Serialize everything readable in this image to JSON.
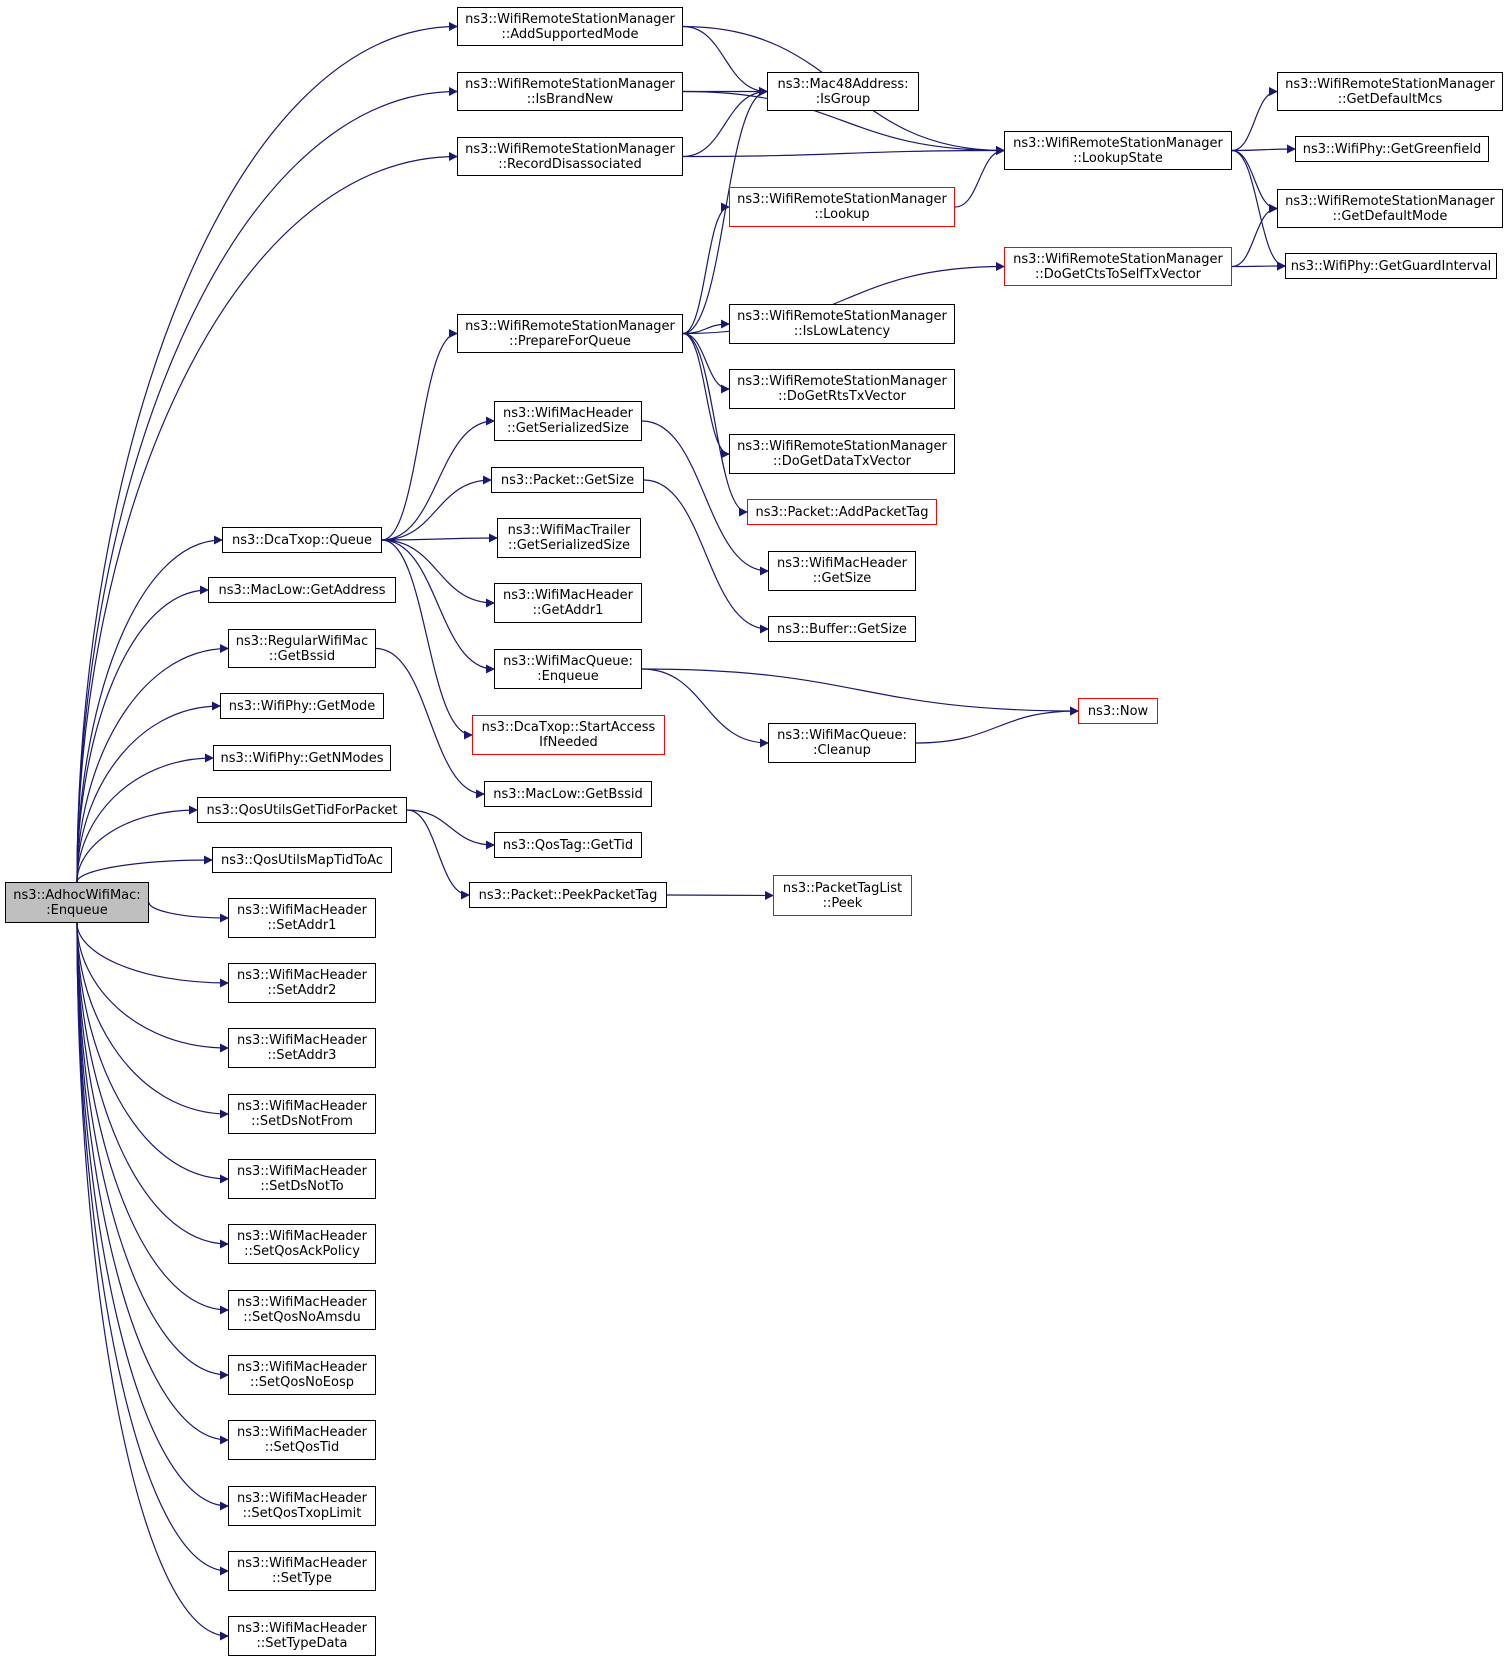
{
  "colors": {
    "edge": "#191970",
    "border": "#000000",
    "undocumented_border": "#ff0000",
    "root_fill": "#bfbfbf"
  },
  "nodes": [
    {
      "id": "root",
      "lines": [
        "ns3::AdhocWifiMac:",
        ":Enqueue"
      ],
      "style": "root"
    },
    {
      "id": "addSupportedMode",
      "lines": [
        "ns3::WifiRemoteStationManager",
        "::AddSupportedMode"
      ]
    },
    {
      "id": "isBrandNew",
      "lines": [
        "ns3::WifiRemoteStationManager",
        "::IsBrandNew"
      ]
    },
    {
      "id": "recordDisassociated",
      "lines": [
        "ns3::WifiRemoteStationManager",
        "::RecordDisassociated"
      ]
    },
    {
      "id": "isGroup",
      "lines": [
        "ns3::Mac48Address:",
        ":IsGroup"
      ]
    },
    {
      "id": "lookupState",
      "lines": [
        "ns3::WifiRemoteStationManager",
        "::LookupState"
      ]
    },
    {
      "id": "getDefaultMcs",
      "lines": [
        "ns3::WifiRemoteStationManager",
        "::GetDefaultMcs"
      ]
    },
    {
      "id": "getGreenfield",
      "lines": [
        "ns3::WifiPhy::GetGreenfield"
      ]
    },
    {
      "id": "getDefaultMode",
      "lines": [
        "ns3::WifiRemoteStationManager",
        "::GetDefaultMode"
      ]
    },
    {
      "id": "getGuardInterval",
      "lines": [
        "ns3::WifiPhy::GetGuardInterval"
      ]
    },
    {
      "id": "lookup",
      "lines": [
        "ns3::WifiRemoteStationManager",
        "::Lookup"
      ],
      "style": "red"
    },
    {
      "id": "doGetCtsToSelf",
      "lines": [
        "ns3::WifiRemoteStationManager",
        "::DoGetCtsToSelfTxVector"
      ],
      "style": "red"
    },
    {
      "id": "prepareForQueue",
      "lines": [
        "ns3::WifiRemoteStationManager",
        "::PrepareForQueue"
      ]
    },
    {
      "id": "isLowLatency",
      "lines": [
        "ns3::WifiRemoteStationManager",
        "::IsLowLatency"
      ]
    },
    {
      "id": "doGetRts",
      "lines": [
        "ns3::WifiRemoteStationManager",
        "::DoGetRtsTxVector"
      ]
    },
    {
      "id": "doGetData",
      "lines": [
        "ns3::WifiRemoteStationManager",
        "::DoGetDataTxVector"
      ]
    },
    {
      "id": "addPacketTag",
      "lines": [
        "ns3::Packet::AddPacketTag"
      ],
      "style": "red"
    },
    {
      "id": "hdrGetSerializedSize",
      "lines": [
        "ns3::WifiMacHeader",
        "::GetSerializedSize"
      ]
    },
    {
      "id": "packetGetSize",
      "lines": [
        "ns3::Packet::GetSize"
      ]
    },
    {
      "id": "dcaQueue",
      "lines": [
        "ns3::DcaTxop::Queue"
      ]
    },
    {
      "id": "trailerGetSerializedSize",
      "lines": [
        "ns3::WifiMacTrailer",
        "::GetSerializedSize"
      ]
    },
    {
      "id": "hdrGetSize",
      "lines": [
        "ns3::WifiMacHeader",
        "::GetSize"
      ]
    },
    {
      "id": "macLowGetAddress",
      "lines": [
        "ns3::MacLow::GetAddress"
      ]
    },
    {
      "id": "getAddr1",
      "lines": [
        "ns3::WifiMacHeader",
        "::GetAddr1"
      ]
    },
    {
      "id": "bufferGetSize",
      "lines": [
        "ns3::Buffer::GetSize"
      ]
    },
    {
      "id": "regularGetBssid",
      "lines": [
        "ns3::RegularWifiMac",
        "::GetBssid"
      ]
    },
    {
      "id": "wifiMacQueueEnqueue",
      "lines": [
        "ns3::WifiMacQueue:",
        ":Enqueue"
      ]
    },
    {
      "id": "getMode",
      "lines": [
        "ns3::WifiPhy::GetMode"
      ]
    },
    {
      "id": "now",
      "lines": [
        "ns3::Now"
      ],
      "style": "red"
    },
    {
      "id": "startAccess",
      "lines": [
        "ns3::DcaTxop::StartAccess",
        "IfNeeded"
      ],
      "style": "red"
    },
    {
      "id": "cleanup",
      "lines": [
        "ns3::WifiMacQueue:",
        ":Cleanup"
      ]
    },
    {
      "id": "getNModes",
      "lines": [
        "ns3::WifiPhy::GetNModes"
      ]
    },
    {
      "id": "macLowGetBssid",
      "lines": [
        "ns3::MacLow::GetBssid"
      ]
    },
    {
      "id": "qosGetTidForPacket",
      "lines": [
        "ns3::QosUtilsGetTidForPacket"
      ]
    },
    {
      "id": "qosTagGetTid",
      "lines": [
        "ns3::QosTag::GetTid"
      ]
    },
    {
      "id": "qosMapTidToAc",
      "lines": [
        "ns3::QosUtilsMapTidToAc"
      ]
    },
    {
      "id": "peekPacketTag",
      "lines": [
        "ns3::Packet::PeekPacketTag"
      ]
    },
    {
      "id": "tagListPeek",
      "lines": [
        "ns3::PacketTagList",
        "::Peek"
      ],
      "style": "red"
    },
    {
      "id": "setAddr1",
      "lines": [
        "ns3::WifiMacHeader",
        "::SetAddr1"
      ]
    },
    {
      "id": "setAddr2",
      "lines": [
        "ns3::WifiMacHeader",
        "::SetAddr2"
      ]
    },
    {
      "id": "setAddr3",
      "lines": [
        "ns3::WifiMacHeader",
        "::SetAddr3"
      ]
    },
    {
      "id": "setDsNotFrom",
      "lines": [
        "ns3::WifiMacHeader",
        "::SetDsNotFrom"
      ]
    },
    {
      "id": "setDsNotTo",
      "lines": [
        "ns3::WifiMacHeader",
        "::SetDsNotTo"
      ]
    },
    {
      "id": "setQosAckPolicy",
      "lines": [
        "ns3::WifiMacHeader",
        "::SetQosAckPolicy"
      ]
    },
    {
      "id": "setQosNoAmsdu",
      "lines": [
        "ns3::WifiMacHeader",
        "::SetQosNoAmsdu"
      ]
    },
    {
      "id": "setQosNoEosp",
      "lines": [
        "ns3::WifiMacHeader",
        "::SetQosNoEosp"
      ]
    },
    {
      "id": "setQosTid",
      "lines": [
        "ns3::WifiMacHeader",
        "::SetQosTid"
      ]
    },
    {
      "id": "setQosTxopLimit",
      "lines": [
        "ns3::WifiMacHeader",
        "::SetQosTxopLimit"
      ]
    },
    {
      "id": "setType",
      "lines": [
        "ns3::WifiMacHeader",
        "::SetType"
      ]
    },
    {
      "id": "setTypeData",
      "lines": [
        "ns3::WifiMacHeader",
        "::SetTypeData"
      ]
    }
  ],
  "edges": [
    [
      "root",
      "addSupportedMode"
    ],
    [
      "root",
      "isBrandNew"
    ],
    [
      "root",
      "recordDisassociated"
    ],
    [
      "root",
      "dcaQueue"
    ],
    [
      "root",
      "macLowGetAddress"
    ],
    [
      "root",
      "regularGetBssid"
    ],
    [
      "root",
      "getMode"
    ],
    [
      "root",
      "getNModes"
    ],
    [
      "root",
      "qosGetTidForPacket"
    ],
    [
      "root",
      "qosMapTidToAc"
    ],
    [
      "root",
      "setAddr1"
    ],
    [
      "root",
      "setAddr2"
    ],
    [
      "root",
      "setAddr3"
    ],
    [
      "root",
      "setDsNotFrom"
    ],
    [
      "root",
      "setDsNotTo"
    ],
    [
      "root",
      "setQosAckPolicy"
    ],
    [
      "root",
      "setQosNoAmsdu"
    ],
    [
      "root",
      "setQosNoEosp"
    ],
    [
      "root",
      "setQosTid"
    ],
    [
      "root",
      "setQosTxopLimit"
    ],
    [
      "root",
      "setType"
    ],
    [
      "root",
      "setTypeData"
    ],
    [
      "addSupportedMode",
      "isGroup"
    ],
    [
      "addSupportedMode",
      "lookupState"
    ],
    [
      "isBrandNew",
      "isGroup"
    ],
    [
      "isBrandNew",
      "lookupState"
    ],
    [
      "recordDisassociated",
      "isGroup"
    ],
    [
      "recordDisassociated",
      "lookupState"
    ],
    [
      "lookupState",
      "getDefaultMcs"
    ],
    [
      "lookupState",
      "getGreenfield"
    ],
    [
      "lookupState",
      "getDefaultMode"
    ],
    [
      "lookupState",
      "getGuardInterval"
    ],
    [
      "lookup",
      "lookupState"
    ],
    [
      "doGetCtsToSelf",
      "getDefaultMode"
    ],
    [
      "doGetCtsToSelf",
      "getGuardInterval"
    ],
    [
      "prepareForQueue",
      "isGroup"
    ],
    [
      "prepareForQueue",
      "lookup"
    ],
    [
      "prepareForQueue",
      "doGetCtsToSelf"
    ],
    [
      "prepareForQueue",
      "isLowLatency"
    ],
    [
      "prepareForQueue",
      "doGetRts"
    ],
    [
      "prepareForQueue",
      "doGetData"
    ],
    [
      "prepareForQueue",
      "addPacketTag"
    ],
    [
      "dcaQueue",
      "prepareForQueue"
    ],
    [
      "dcaQueue",
      "hdrGetSerializedSize"
    ],
    [
      "dcaQueue",
      "packetGetSize"
    ],
    [
      "dcaQueue",
      "trailerGetSerializedSize"
    ],
    [
      "dcaQueue",
      "getAddr1"
    ],
    [
      "dcaQueue",
      "wifiMacQueueEnqueue"
    ],
    [
      "dcaQueue",
      "startAccess"
    ],
    [
      "hdrGetSerializedSize",
      "hdrGetSize"
    ],
    [
      "packetGetSize",
      "bufferGetSize"
    ],
    [
      "regularGetBssid",
      "macLowGetBssid"
    ],
    [
      "wifiMacQueueEnqueue",
      "now"
    ],
    [
      "wifiMacQueueEnqueue",
      "cleanup"
    ],
    [
      "cleanup",
      "now"
    ],
    [
      "qosGetTidForPacket",
      "qosTagGetTid"
    ],
    [
      "qosGetTidForPacket",
      "peekPacketTag"
    ],
    [
      "peekPacketTag",
      "tagListPeek"
    ]
  ]
}
